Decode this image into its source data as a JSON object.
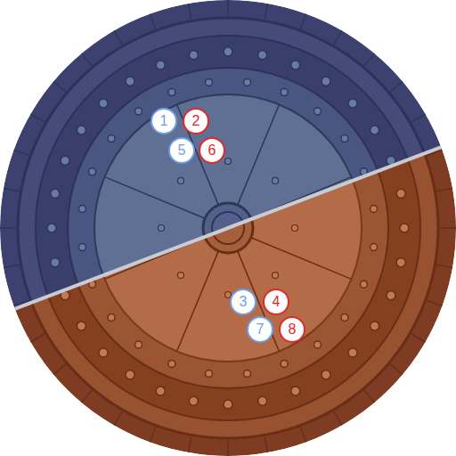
{
  "diagram": {
    "nodes": [
      {
        "text": [
          "1"
        ]
      },
      {
        "text": [
          "2"
        ]
      },
      {
        "text": [
          "5"
        ]
      },
      {
        "text": [
          "6"
        ]
      },
      {
        "text": [
          "3"
        ]
      },
      {
        "text": [
          "4"
        ]
      },
      {
        "text": [
          "7"
        ]
      },
      {
        "text": [
          "8"
        ]
      }
    ]
  }
}
